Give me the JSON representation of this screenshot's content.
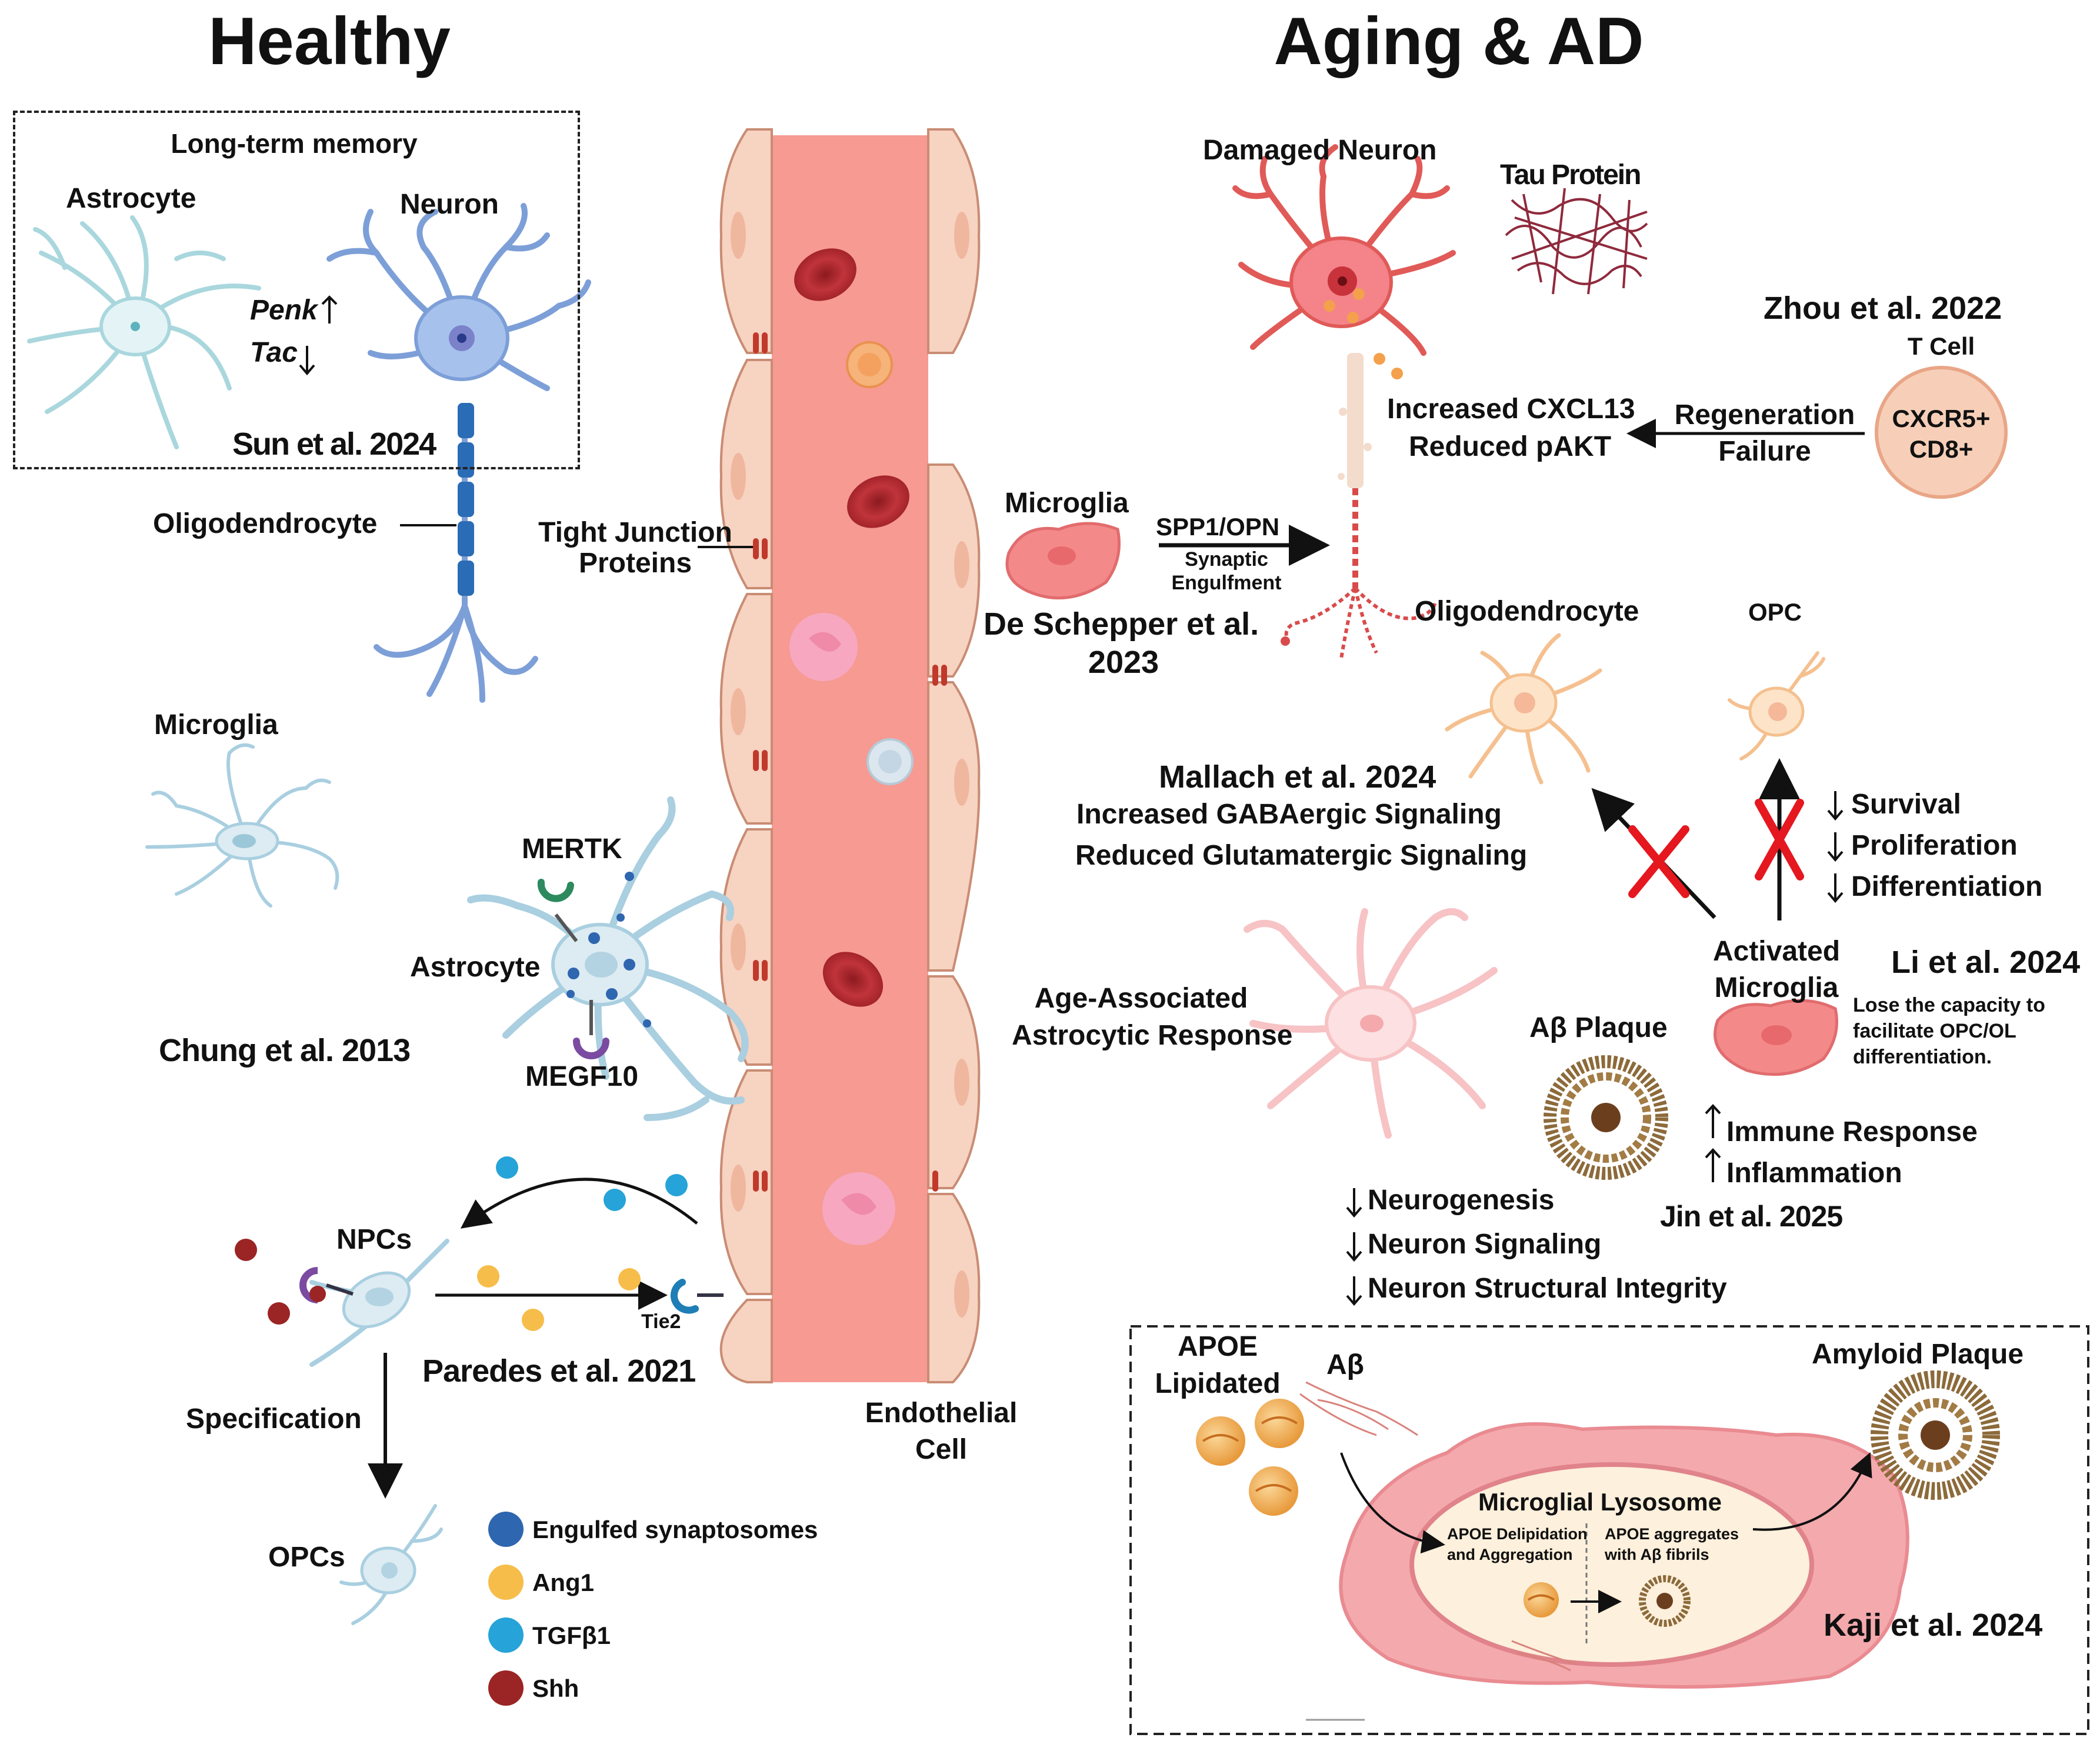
{
  "titles": {
    "healthy": "Healthy",
    "aging": "Aging & AD"
  },
  "healthy": {
    "memory_box": {
      "title": "Long-term memory",
      "astrocyte": "Astrocyte",
      "neuron": "Neuron",
      "gene1": "Penk",
      "gene2": "Tac",
      "citation": "Sun et al. 2024"
    },
    "oligodendrocyte": "Oligodendrocyte",
    "tight_junction": [
      "Tight Junction",
      "Proteins"
    ],
    "microglia": "Microglia",
    "mertk": "MERTK",
    "astrocyte": "Astrocyte",
    "megf10": "MEGF10",
    "chung": "Chung et al. 2013",
    "npcs": "NPCs",
    "tie2": "Tie2",
    "paredes": "Paredes et al. 2021",
    "specification": "Specification",
    "opcs": "OPCs",
    "endothelial": [
      "Endothelial",
      "Cell"
    ],
    "legend": [
      {
        "label": "Engulfed synaptosomes",
        "color": "#2f66b0"
      },
      {
        "label": "Ang1",
        "color": "#f6bd4a"
      },
      {
        "label": "TGFβ1",
        "color": "#26a3d8"
      },
      {
        "label": "Shh",
        "color": "#9b2424"
      }
    ]
  },
  "aging": {
    "damaged_neuron": "Damaged Neuron",
    "tau": "Tau Protein",
    "zhou": "Zhou et al. 2022",
    "tcell": "T Cell",
    "tcell_markers": [
      "CXCR5+",
      "CD8+"
    ],
    "cxcl13": [
      "Increased CXCL13",
      "Reduced pAKT"
    ],
    "regen": [
      "Regeneration",
      "Failure"
    ],
    "microglia": "Microglia",
    "spp1": "SPP1/OPN",
    "synaptic": [
      "Synaptic",
      "Engulfment"
    ],
    "deschepper": [
      "De Schepper et al.",
      "2023"
    ],
    "oligodendrocyte": "Oligodendrocyte",
    "opc": "OPC",
    "mallach": "Mallach et al. 2024",
    "mallach_effects": [
      "Increased GABAergic Signaling",
      "Reduced Glutamatergic Signaling"
    ],
    "opc_effects": [
      "Survival",
      "Proliferation",
      "Differentiation"
    ],
    "activated_microglia": [
      "Activated",
      "Microglia"
    ],
    "li": "Li et al. 2024",
    "li_text": [
      "Lose the capacity to",
      "facilitate OPC/OL",
      "differentiation."
    ],
    "astro_response": [
      "Age-Associated",
      "Astrocytic Response"
    ],
    "abeta_plaque": "Aβ Plaque",
    "immune": [
      "Immune Response",
      "Inflammation"
    ],
    "jin": "Jin et al. 2025",
    "astro_effects": [
      "Neurogenesis",
      "Neuron Signaling",
      "Neuron Structural Integrity"
    ],
    "kaji_box": {
      "apoe": [
        "APOE",
        "Lipidated"
      ],
      "abeta": "Aβ",
      "amyloid": "Amyloid Plaque",
      "lysosome": "Microglial Lysosome",
      "delipidation": [
        "APOE Delipidation",
        "and Aggregation"
      ],
      "aggregates": [
        "APOE aggregates",
        "with Aβ fibrils"
      ],
      "citation": "Kaji et al. 2024"
    }
  }
}
